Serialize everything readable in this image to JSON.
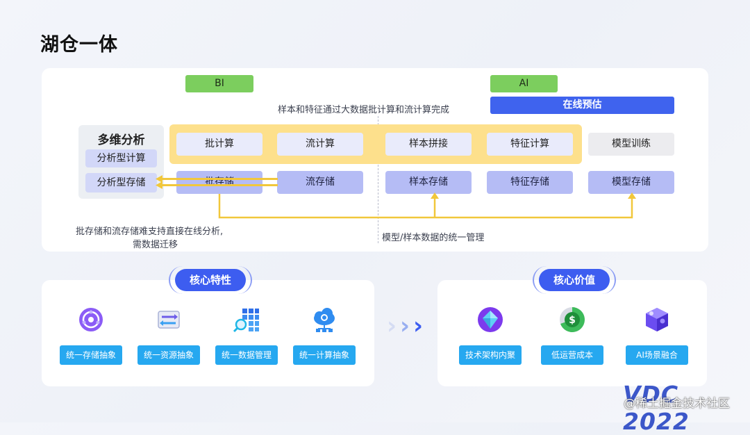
{
  "title": "湖仓一体",
  "top": {
    "tag_bi": "BI",
    "tag_ai": "AI",
    "tag_online": "在线预估",
    "note_top": "样本和特征通过大数据批计算和流计算完成",
    "note_left_line1": "批存储和流存储难支持直接在线分析,",
    "note_left_line2": "需数据迁移",
    "note_bottom": "模型/样本数据的统一管理",
    "multi_title": "多维分析",
    "multi_compute": "分析型计算",
    "multi_storage": "分析型存储",
    "compute": [
      "批计算",
      "流计算",
      "样本拼接",
      "特征计算"
    ],
    "model_train": "模型训练",
    "storage": [
      "批存储",
      "流存储",
      "样本存储",
      "特征存储",
      "模型存储"
    ]
  },
  "features": {
    "heading": "核心特性",
    "items": [
      {
        "label": "统一存储抽象",
        "icon": "storage-ring-icon"
      },
      {
        "label": "统一资源抽象",
        "icon": "resource-transfer-icon"
      },
      {
        "label": "统一数据管理",
        "icon": "data-grid-search-icon"
      },
      {
        "label": "统一计算抽象",
        "icon": "cloud-compute-icon"
      }
    ]
  },
  "values": {
    "heading": "核心价值",
    "items": [
      {
        "label": "技术架构内聚",
        "icon": "crystal-gem-icon"
      },
      {
        "label": "低运营成本",
        "icon": "dollar-coin-icon"
      },
      {
        "label": "AI场景融合",
        "icon": "puzzle-cube-icon"
      }
    ]
  },
  "logo": "VDC 2022",
  "watermark": "@稀土掘金技术社区",
  "colors": {
    "accent_blue": "#3d5df0",
    "green_tag": "#7cce5e",
    "yellow": "#f1c73b",
    "label_blue": "#26a8f0"
  }
}
